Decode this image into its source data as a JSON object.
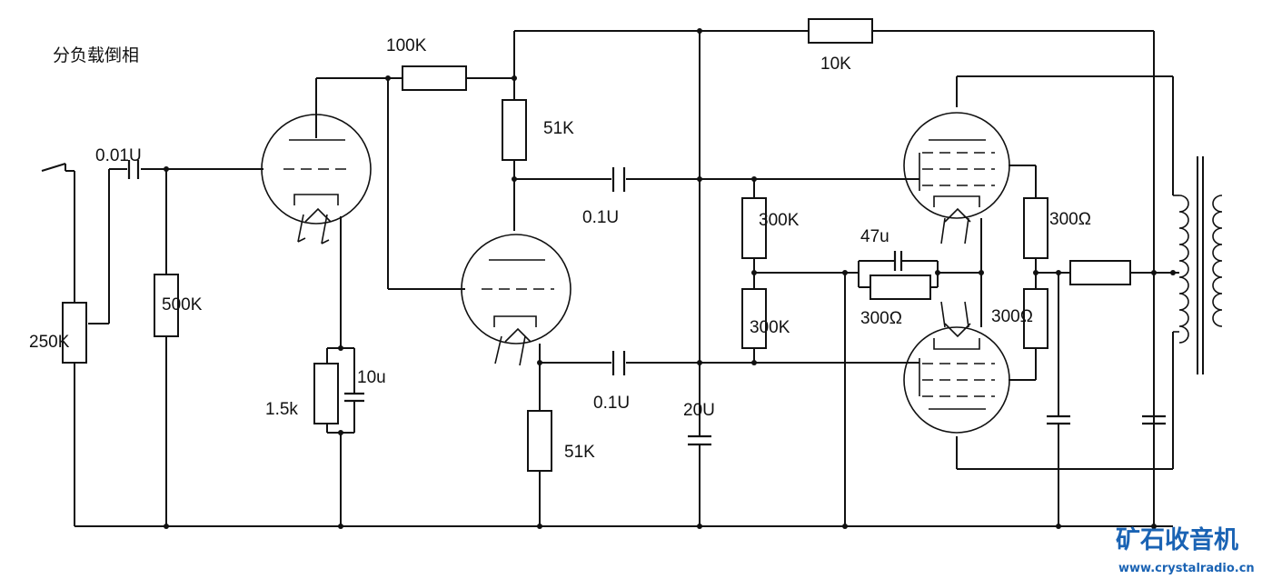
{
  "title": "分负载倒相",
  "labels": {
    "pot": "250K",
    "coupling_cap_in": "0.01U",
    "grid_res": "500K",
    "cath_res": "1.5k",
    "cath_cap": "10u",
    "plate_res1": "100K",
    "pi_plate_res": "51K",
    "pi_cath_res": "51K",
    "cap_top": "0.1U",
    "cap_bot": "0.1U",
    "filter_cap": "20U",
    "fb_res": "10K",
    "grid_res_top": "300K",
    "grid_res_bot": "300K",
    "bias_cap": "47u",
    "bias_res": "300Ω",
    "g2_res_top": "300Ω",
    "g2_res_bot": "300Ω"
  },
  "watermark": {
    "text": "矿石收音机",
    "url": "www.crystalradio.cn",
    "color": "#1a63b4"
  },
  "colors": {
    "wire": "#111111",
    "background": "#ffffff"
  }
}
